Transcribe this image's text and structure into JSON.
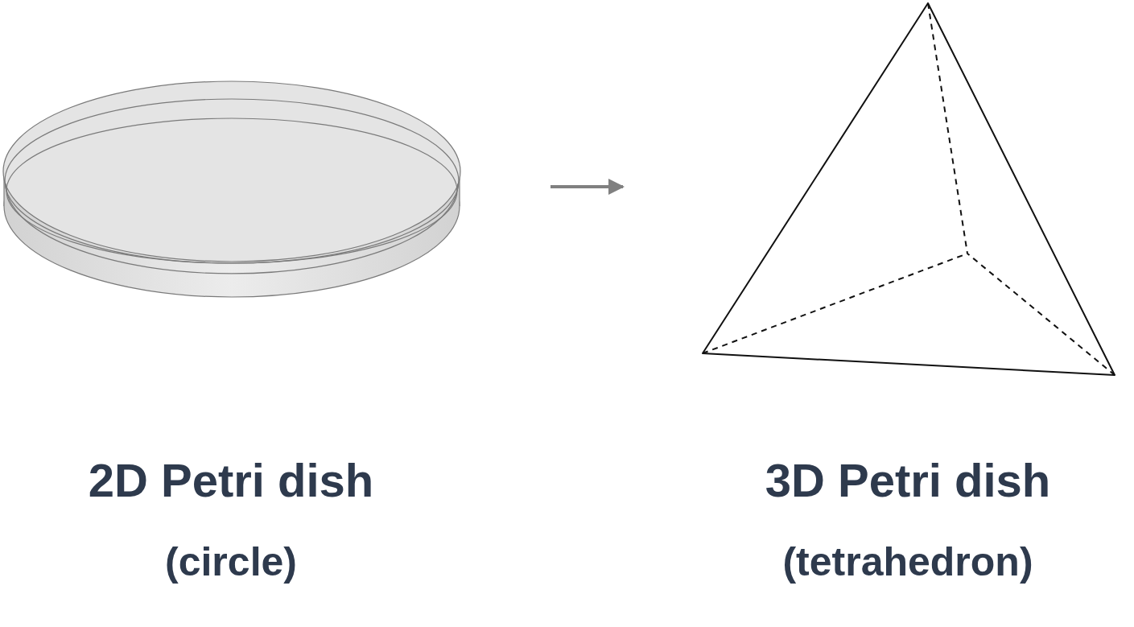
{
  "diagram": {
    "labels": [
      "2D Petri dish",
      "(circle)",
      "3D Petri dish",
      "(tetrahedron)"
    ]
  }
}
